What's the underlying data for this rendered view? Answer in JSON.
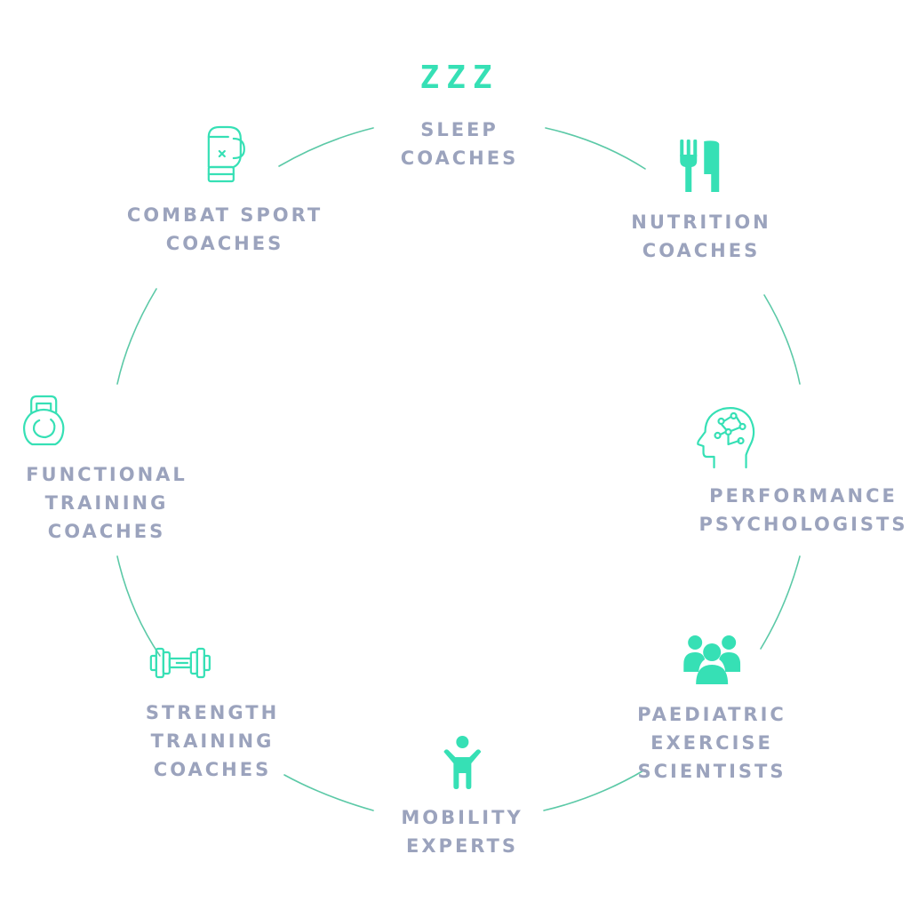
{
  "colors": {
    "accent": "#36e0b5",
    "label": "#9ba3bd",
    "ring": "#5cc9a7"
  },
  "nodes": {
    "sleep": {
      "icon": "zzz-icon",
      "icon_text": "ZZZ",
      "lines": [
        "SLEEP",
        "COACHES"
      ]
    },
    "nutrition": {
      "icon": "fork-knife-icon",
      "lines": [
        "NUTRITION",
        "COACHES"
      ]
    },
    "performance": {
      "icon": "brain-head-icon",
      "lines": [
        "PERFORMANCE",
        "PSYCHOLOGISTS"
      ]
    },
    "paediatric": {
      "icon": "group-people-icon",
      "lines": [
        "PAEDIATRIC",
        "EXERCISE",
        "SCIENTISTS"
      ]
    },
    "mobility": {
      "icon": "child-figure-icon",
      "lines": [
        "MOBILITY",
        "EXPERTS"
      ]
    },
    "strength": {
      "icon": "dumbbell-icon",
      "lines": [
        "STRENGTH",
        "TRAINING",
        "COACHES"
      ]
    },
    "functional": {
      "icon": "kettlebell-icon",
      "lines": [
        "FUNCTIONAL",
        "TRAINING",
        "COACHES"
      ]
    },
    "combat": {
      "icon": "boxing-glove-icon",
      "lines": [
        "COMBAT SPORT",
        "COACHES"
      ]
    }
  }
}
